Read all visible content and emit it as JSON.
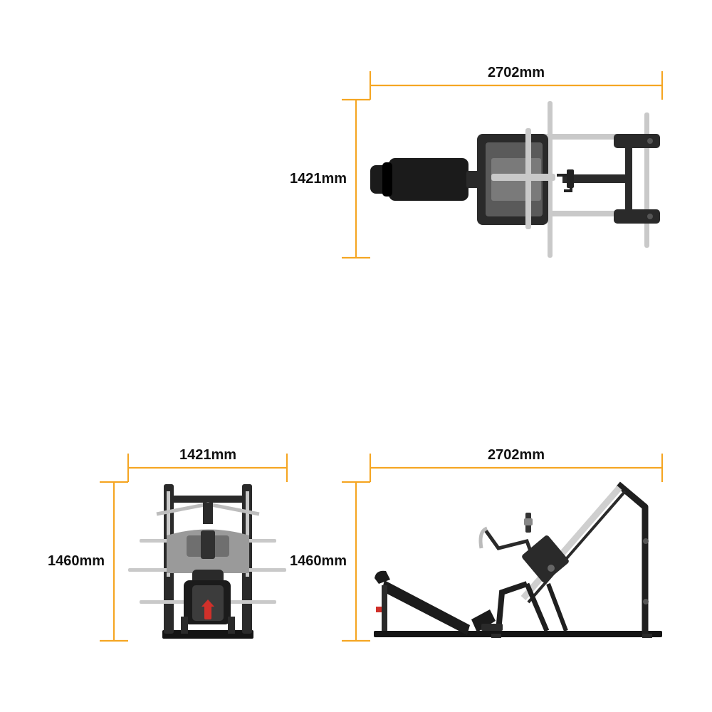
{
  "colors": {
    "dimension_line": "#f5a623",
    "frame_dark": "#2a2a2a",
    "frame_black": "#141414",
    "pad_black": "#1b1b1b",
    "chrome": "#c9c9c9",
    "chrome_dark": "#8e8e8e",
    "plate_gray": "#9a9a9a",
    "accent_red": "#d0302a"
  },
  "views": {
    "top": {
      "width_label": "2702mm",
      "depth_label": "1421mm"
    },
    "front": {
      "width_label": "1421mm",
      "height_label": "1460mm"
    },
    "side": {
      "width_label": "2702mm",
      "height_label": "1460mm"
    }
  }
}
